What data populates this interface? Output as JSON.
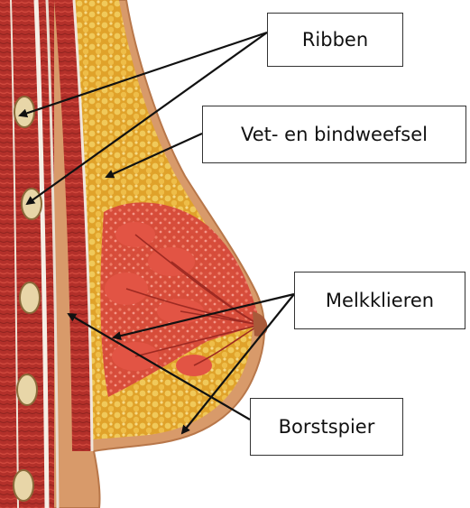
{
  "labels": {
    "ribs": "Ribben",
    "fat": "Vet- en bindweefsel",
    "glands": "Melkklieren",
    "muscle": "Borstspier"
  },
  "colors": {
    "skin": "#d89a6a",
    "skin_dark": "#b8774a",
    "fat": "#e3a92b",
    "fat_light": "#f1cf6a",
    "gland": "#d94a3a",
    "muscle": "#b8332b",
    "rib": "#e8d6a8",
    "arrow": "#111111"
  }
}
